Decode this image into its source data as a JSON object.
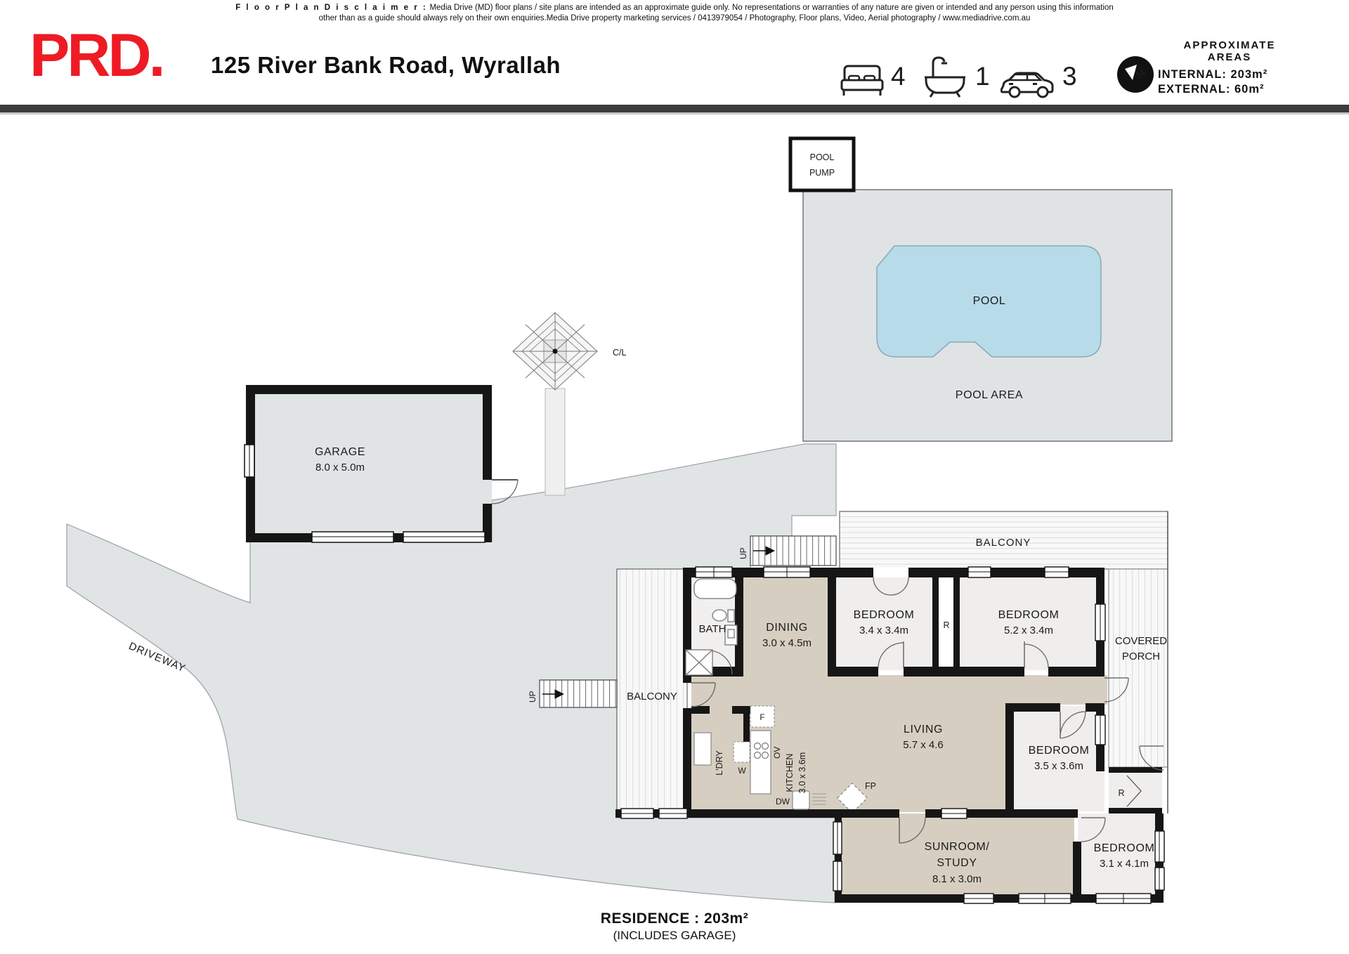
{
  "header": {
    "disclaimer_title": "F l o o r  P l a n  D i s c l a i m e r :",
    "disclaimer_line1": " Media Drive (MD) floor plans / site plans are intended as an approximate guide only.  No representations or warranties of any nature are given or intended and any person using this information",
    "disclaimer_line2": "other than as a guide should always rely on their own enquiries.Media Drive property marketing services / 0413979054 / Photography, Floor plans,  Video, Aerial photography / www.mediadrive.com.au",
    "logo": "PRD.",
    "address": "125 River Bank Road, Wyrallah",
    "beds": "4",
    "baths": "1",
    "cars": "3",
    "areas_title_line1": "APPROXIMATE",
    "areas_title_line2": "AREAS",
    "internal": "INTERNAL: 203m²",
    "external": "EXTERNAL:  60m²"
  },
  "plan": {
    "pool_pump_line1": "POOL",
    "pool_pump_line2": "PUMP",
    "pool": "POOL",
    "pool_area": "POOL AREA",
    "garage": "GARAGE",
    "garage_dim": "8.0 x 5.0m",
    "clothesline": "C/L",
    "driveway": "DRIVEWAY",
    "balcony_top": "BALCONY",
    "balcony_left": "BALCONY",
    "bath": "BATH",
    "dining": "DINING",
    "dining_dim": "3.0 x 4.5m",
    "bedroom1": "BEDROOM",
    "bedroom1_dim": "3.4 x 3.4m",
    "robe1": "R",
    "bedroom2": "BEDROOM",
    "bedroom2_dim": "5.2 x 3.4m",
    "covered_line1": "COVERED",
    "covered_line2": "PORCH",
    "living": "LIVING",
    "living_dim": "5.7 x 4.6",
    "bedroom3": "BEDROOM",
    "bedroom3_dim": "3.5 x 3.6m",
    "robe2": "R",
    "bedroom4": "BEDROOM",
    "bedroom4_dim": "3.1 x 4.1m",
    "sunroom_line1": "SUNROOM/",
    "sunroom_line2": "STUDY",
    "sunroom_dim": "8.1 x 3.0m",
    "laundry": "L'DRY",
    "kitchen": "KITCHEN",
    "kitchen_dim": "3.0 x 3.6m",
    "fridge": "F",
    "washer": "W",
    "oven": "OV",
    "dishwasher": "DW",
    "fireplace": "FP",
    "up_left": "UP",
    "up_top": "UP"
  },
  "footer": {
    "residence": "RESIDENCE : 203m²",
    "includes": "(INCLUDES GARAGE)"
  },
  "colors": {
    "accent": "#ee1b24",
    "bar": "#3c3c3c",
    "yard": "#e0e4e5",
    "poolarea": "#dfe3e4",
    "pool": "#b7dbe9",
    "beige": "#d6cfc1",
    "roomwhite": "#efeeec",
    "wall": "#161616"
  }
}
